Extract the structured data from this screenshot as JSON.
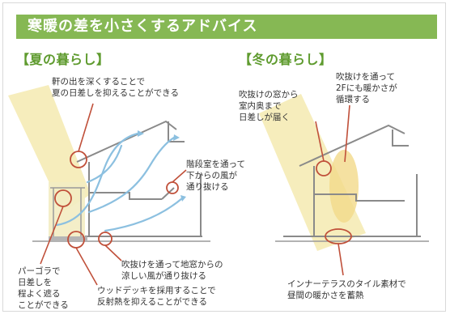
{
  "header": {
    "title": "寒暖の差を小さくするアドバイス"
  },
  "summer": {
    "heading": "【夏の暮らし】",
    "captions": [
      "軒の出を深くすることで\n夏の日差しを抑えることができる",
      "階段室を通って\n下からの風が\n通り抜ける",
      "吹抜けを通って地窓からの\n涼しい風が通り抜ける",
      "パーゴラで\n日差しを\n程よく遮る\nことができる",
      "ウッドデッキを採用することで\n反射熱を抑えることができる"
    ]
  },
  "winter": {
    "heading": "【冬の暮らし】",
    "captions": [
      "吹抜けの窓から\n室内奥まで\n日差しが届く",
      "吹抜けを通って\n2Fにも暖かさが\n循環する",
      "インナーテラスのタイル素材で\n昼間の暖かさを蓄熱"
    ]
  },
  "colors": {
    "accent": "#86b854",
    "heading": "#5f9b2f",
    "pointer": "#c0503a",
    "sun": "#f5ebb5",
    "warm": "#f3d98a",
    "wind": "#8cc0e0",
    "house": "#8a8a8a"
  }
}
